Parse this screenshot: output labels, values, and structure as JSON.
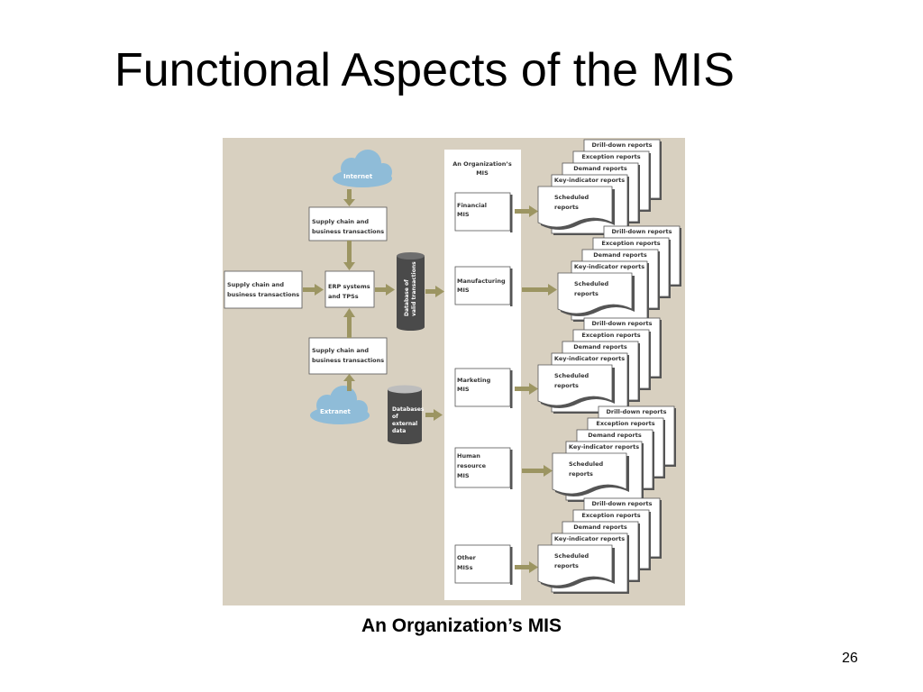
{
  "slide": {
    "title": "Functional Aspects of the MIS",
    "caption": "An Organization’s MIS",
    "page_number": "26"
  },
  "diagram": {
    "colors": {
      "background": "#d8d0c0",
      "arrow": "#9c9562",
      "cloud": "#8fbcd8",
      "cylinder": "#4a4a4a",
      "box_border": "#555555"
    },
    "internet_label": "Internet",
    "extranet_label": "Extranet",
    "supply_top": [
      "Supply chain and",
      "business transactions"
    ],
    "supply_left": [
      "Supply chain and",
      "business transactions"
    ],
    "supply_bottom": [
      "Supply chain and",
      "business transactions"
    ],
    "erp": [
      "ERP systems",
      "and TPSs"
    ],
    "db_valid": [
      "Database of",
      "valid transactions"
    ],
    "db_external": [
      "Databases",
      "of",
      "external",
      "data"
    ],
    "org_mis": [
      "An Organization’s",
      "MIS"
    ],
    "mis_items": [
      [
        "Financial",
        "MIS"
      ],
      [
        "Manufacturing",
        "MIS"
      ],
      [
        "Marketing",
        "MIS"
      ],
      [
        "Human",
        "resource",
        "MIS"
      ],
      [
        "Other",
        "MISs"
      ]
    ],
    "report_types": [
      "Drill-down reports",
      "Exception reports",
      "Demand reports",
      "Key-indicator reports"
    ],
    "scheduled": [
      "Scheduled",
      "reports"
    ]
  }
}
